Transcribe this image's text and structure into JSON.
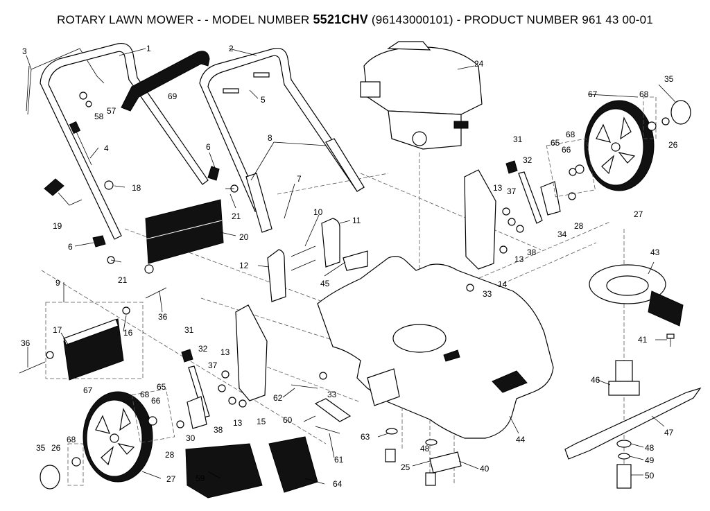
{
  "title": {
    "prefix": "ROTARY LAWN MOWER - - MODEL NUMBER ",
    "model": "5521CHV",
    "suffix": " (96143000101) - PRODUCT NUMBER 961 43 00-01"
  },
  "callouts": {
    "c1": "1",
    "c2": "2",
    "c3": "3",
    "c4": "4",
    "c5": "5",
    "c6a": "6",
    "c6b": "6",
    "c7": "7",
    "c8": "8",
    "c9": "9",
    "c10": "10",
    "c11": "11",
    "c12": "12",
    "c13a": "13",
    "c13b": "13",
    "c13c": "13",
    "c13d": "13",
    "c14": "14",
    "c15": "15",
    "c16": "16",
    "c17": "17",
    "c18": "18",
    "c19": "19",
    "c20": "20",
    "c21a": "21",
    "c21b": "21",
    "c24": "24",
    "c25": "25",
    "c26a": "26",
    "c26b": "26",
    "c27a": "27",
    "c27b": "27",
    "c28a": "28",
    "c28b": "28",
    "c30": "30",
    "c31a": "31",
    "c31b": "31",
    "c32a": "32",
    "c32b": "32",
    "c33a": "33",
    "c33b": "33",
    "c34": "34",
    "c35a": "35",
    "c35b": "35",
    "c36a": "36",
    "c36b": "36",
    "c37a": "37",
    "c37b": "37",
    "c38a": "38",
    "c38b": "38",
    "c40": "40",
    "c41": "41",
    "c43": "43",
    "c44": "44",
    "c45": "45",
    "c46": "46",
    "c47": "47",
    "c48a": "48",
    "c48b": "48",
    "c49": "49",
    "c50": "50",
    "c57": "57",
    "c58": "58",
    "c59": "59",
    "c60": "60",
    "c61": "61",
    "c62": "62",
    "c63": "63",
    "c64": "64",
    "c65a": "65",
    "c65b": "65",
    "c66a": "66",
    "c66b": "66",
    "c67a": "67",
    "c67b": "67",
    "c68a": "68",
    "c68b": "68",
    "c68c": "68",
    "c68d": "68",
    "c69": "69"
  }
}
